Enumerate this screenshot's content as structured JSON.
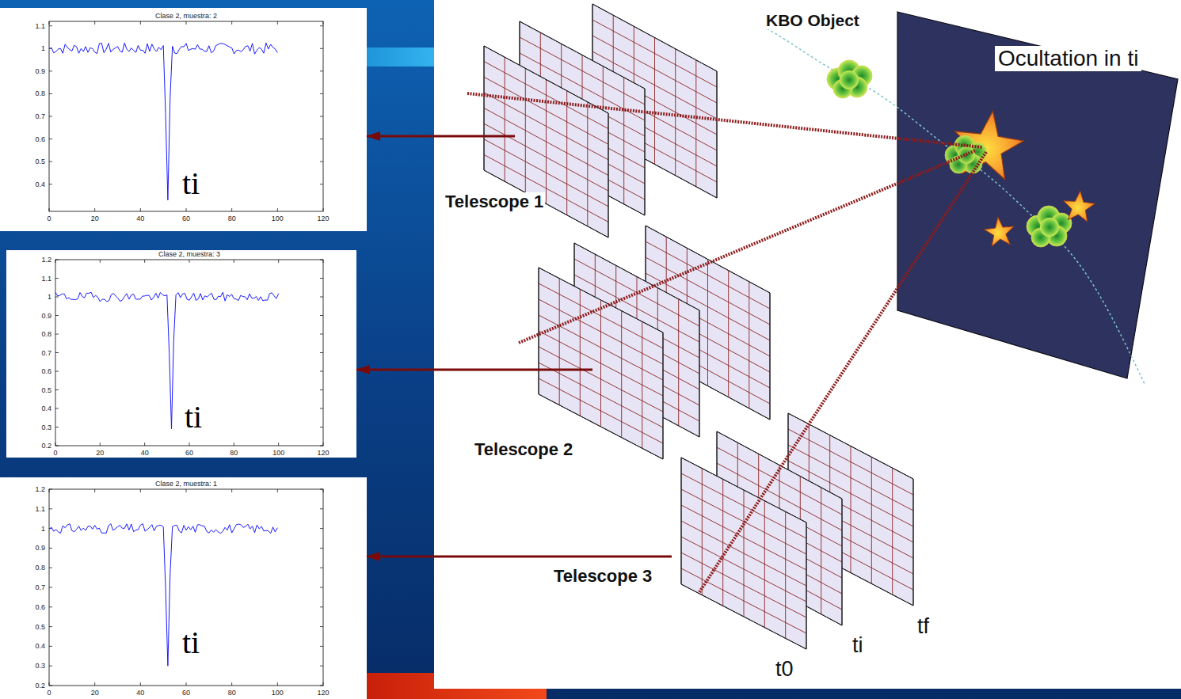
{
  "diagram": {
    "nodes": [
      {
        "text": [
          "Clase 2, muestra: 2",
          "1.1",
          "1",
          "0.9",
          "0.8",
          "0.7",
          "0.6",
          "0.5",
          "0.4",
          "0",
          "20",
          "40",
          "60",
          "80",
          "100",
          "120",
          "ti"
        ]
      },
      {
        "text": [
          "Clase 2, muestra: 3",
          "1.2",
          "1.1",
          "1",
          "0.9",
          "0.8",
          "0.7",
          "0.6",
          "0.5",
          "0.4",
          "0.3",
          "0.2",
          "0",
          "20",
          "40",
          "60",
          "80",
          "100",
          "120",
          "ti"
        ]
      },
      {
        "text": [
          "Clase 2, muestra: 1",
          "1.2",
          "1.1",
          "1",
          "0.9",
          "0.8",
          "0.7",
          "0.6",
          "0.5",
          "0.4",
          "0.3",
          "0.2",
          "0",
          "20",
          "40",
          "60",
          "80",
          "100",
          "120",
          "ti"
        ]
      },
      {
        "text": [
          "Telescope 1"
        ]
      },
      {
        "text": [
          "Telescope 2"
        ]
      },
      {
        "text": [
          "Telescope 3"
        ]
      },
      {
        "text": [
          "Ocultation in ti"
        ]
      }
    ],
    "edges": [
      {
        "from": 3,
        "to": 0,
        "arrow": "to"
      },
      {
        "from": 4,
        "to": 1,
        "arrow": "to"
      },
      {
        "from": 5,
        "to": 2,
        "arrow": "to"
      },
      {
        "from": 3,
        "to": 6,
        "arrow": "none"
      },
      {
        "from": 4,
        "to": 6,
        "arrow": "none"
      },
      {
        "from": 5,
        "to": 6,
        "arrow": "none"
      }
    ],
    "labels": [
      "KBO Object",
      "t0",
      "ti",
      "tf"
    ]
  }
}
